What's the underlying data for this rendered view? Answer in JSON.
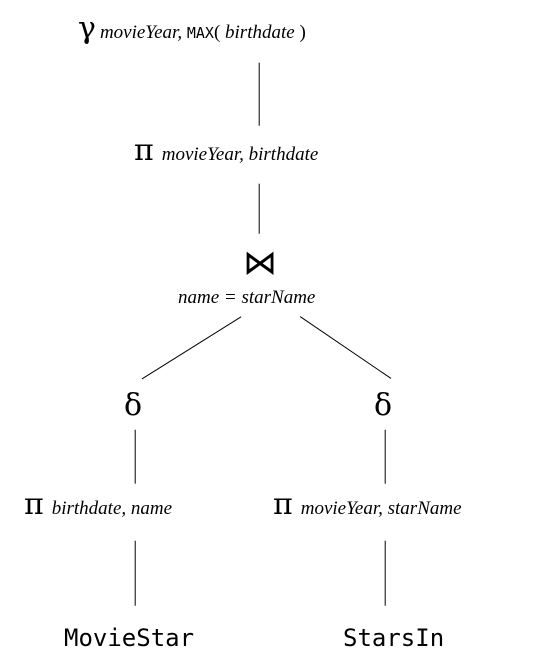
{
  "diagram": {
    "root_group": {
      "operator": "γ",
      "attrs_prefix": "movieYear,",
      "func_name": "MAX",
      "func_open": "(",
      "func_arg": "birthdate",
      "func_close": ")"
    },
    "top_projection": {
      "operator": "π",
      "attrs": "movieYear, birthdate"
    },
    "join": {
      "symbol": "⋈",
      "condition": "name = starName"
    },
    "left_branch": {
      "dedup": "δ",
      "projection": {
        "operator": "π",
        "attrs": "birthdate, name"
      },
      "relation": "MovieStar"
    },
    "right_branch": {
      "dedup": "δ",
      "projection": {
        "operator": "π",
        "attrs": "movieYear, starName"
      },
      "relation": "StarsIn"
    }
  }
}
